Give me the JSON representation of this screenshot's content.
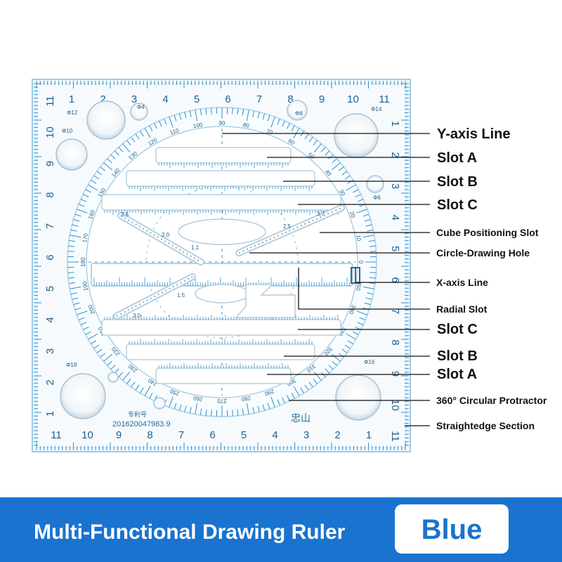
{
  "product": {
    "patent_no": "201620047983.9",
    "patent_mark": "专利号",
    "brand": "忠山"
  },
  "labels": [
    {
      "id": "y-axis-line",
      "text": "Y-axis Line",
      "size": "big"
    },
    {
      "id": "slot-a-top",
      "text": "Slot A",
      "size": "big"
    },
    {
      "id": "slot-b-top",
      "text": "Slot B",
      "size": "big"
    },
    {
      "id": "slot-c-top",
      "text": "Slot C",
      "size": "big"
    },
    {
      "id": "cube-positioning-slot",
      "text": "Cube Positioning Slot",
      "size": "small"
    },
    {
      "id": "circle-drawing-hole",
      "text": "Circle-Drawing Hole",
      "size": "small"
    },
    {
      "id": "x-axis-line",
      "text": "X-axis Line",
      "size": "small"
    },
    {
      "id": "radial-slot",
      "text": "Radial Slot",
      "size": "small"
    },
    {
      "id": "slot-c-bottom",
      "text": "Slot C",
      "size": "big"
    },
    {
      "id": "slot-b-bottom",
      "text": "Slot B",
      "size": "big"
    },
    {
      "id": "slot-a-bottom",
      "text": "Slot A",
      "size": "big"
    },
    {
      "id": "circular-protractor",
      "text": "360° Circular Protractor",
      "size": "small"
    },
    {
      "id": "straightedge-section",
      "text": "Straightedge Section",
      "size": "small"
    }
  ],
  "hole_labels": [
    "Φ12",
    "Φ10",
    "Φ4",
    "Φ8",
    "Φ14",
    "Φ6",
    "Φ18",
    "Φ16"
  ],
  "slot_scales": [
    "3.5",
    "2.0",
    "1.1",
    "2.5",
    "3.7",
    "1.5",
    "3.0"
  ],
  "footer": {
    "title": "Multi-Functional Drawing Ruler",
    "color_label": "Blue"
  },
  "colors": {
    "accent": "#1a73cf",
    "ruler_blue": "#2a8fd0"
  }
}
